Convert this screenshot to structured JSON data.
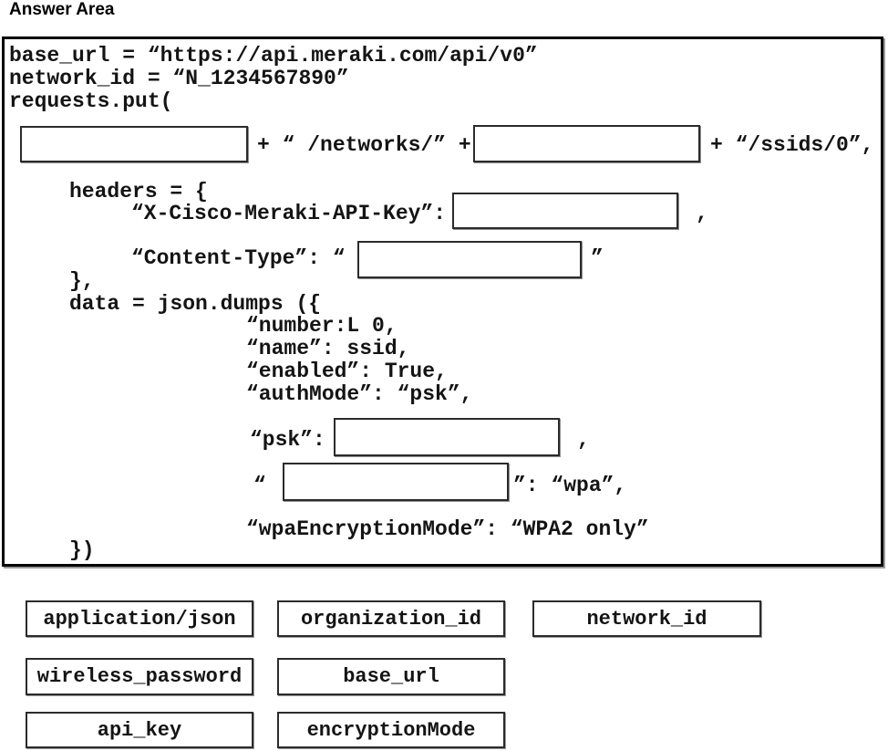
{
  "title": "Answer Area",
  "colors": {
    "panel_border": "#000000",
    "text": "#141414",
    "background": "#ffffff"
  },
  "code": {
    "line_base_url": "base_url = “https://api.meraki.com/api/v0”",
    "line_network_id": "network_id = “N_1234567890”",
    "line_requests_put": "requests.put(",
    "url_concat_mid": "+ “ /networks/” +",
    "url_concat_end": "+ “/ssids/0”,",
    "headers_open": "headers = {",
    "api_key_label": "“X-Cisco-Meraki-API-Key”:",
    "api_key_trailing": ",",
    "content_type_label": "“Content-Type”: “",
    "content_type_trailing": "”",
    "headers_close": "},",
    "data_open": "data = json.dumps ({",
    "dict_number": "“number:L 0,",
    "dict_name": "“name”: ssid,",
    "dict_enabled": "“enabled”: True,",
    "dict_authmode": "“authMode”: “psk”,",
    "psk_label": "“psk”:",
    "psk_trailing": ",",
    "enc_key_open_quote": "“",
    "enc_key_trailing": "”: “wpa”,",
    "dict_wpa_encryption": "“wpaEncryptionMode”: “WPA2 only”",
    "dumps_close": "})"
  },
  "options": [
    {
      "label": "application/json"
    },
    {
      "label": "organization_id"
    },
    {
      "label": "network_id"
    },
    {
      "label": "wireless_password"
    },
    {
      "label": "base_url"
    },
    {
      "label": "api_key"
    },
    {
      "label": "encryptionMode"
    }
  ]
}
